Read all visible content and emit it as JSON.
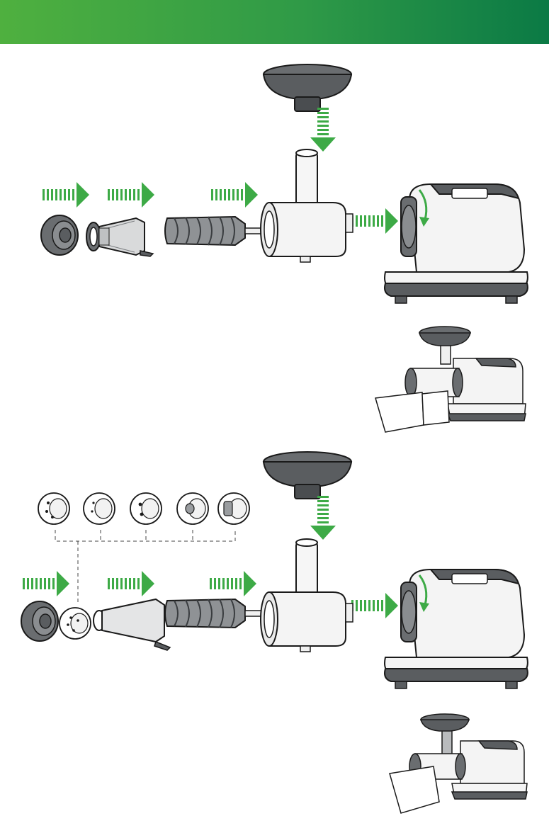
{
  "header": {
    "title": "",
    "color_start": "#4fb03f",
    "color_end": "#0b7a45"
  },
  "colors": {
    "arrow": "#3daa46",
    "part_dark": "#5a5d60",
    "part_outline": "#1a1a1a",
    "body_light": "#f4f4f4"
  },
  "sections": [
    {
      "id": "juicing-assembly",
      "parts": [
        "end-cap",
        "juicing-screen",
        "auger",
        "drum",
        "hopper",
        "motor-base"
      ]
    },
    {
      "id": "homogenizing-assembly",
      "parts": [
        "end-cap",
        "nozzle",
        "homogenizing-cone",
        "auger",
        "drum",
        "hopper",
        "motor-base"
      ],
      "nozzle_options": 5
    }
  ]
}
